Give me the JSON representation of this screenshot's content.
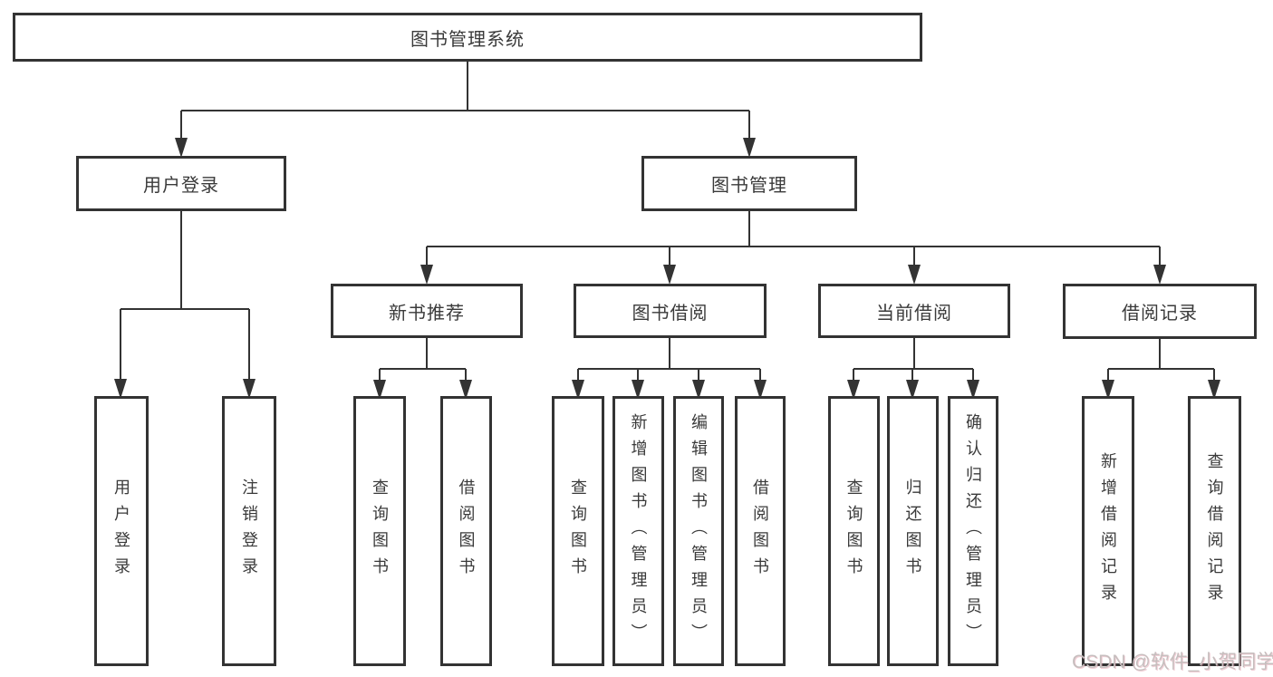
{
  "diagram": {
    "root": {
      "label": "图书管理系统"
    },
    "branches": [
      {
        "label": "用户登录"
      },
      {
        "label": "图书管理"
      }
    ],
    "modules": [
      {
        "label": "新书推荐"
      },
      {
        "label": "图书借阅"
      },
      {
        "label": "当前借阅"
      },
      {
        "label": "借阅记录"
      }
    ],
    "leaves": [
      {
        "label": "用户登录"
      },
      {
        "label": "注销登录"
      },
      {
        "label": "查询图书"
      },
      {
        "label": "借阅图书"
      },
      {
        "label": "查询图书"
      },
      {
        "label": "新增图书（管理员）"
      },
      {
        "label": "编辑图书（管理员）"
      },
      {
        "label": "借阅图书"
      },
      {
        "label": "查询图书"
      },
      {
        "label": "归还图书"
      },
      {
        "label": "确认归还（管理员）"
      },
      {
        "label": "新增借阅记录"
      },
      {
        "label": "查询借阅记录"
      }
    ],
    "watermark": "CSDN @软件_小贺同学",
    "colors": {
      "line": "#333333",
      "box_border": "#333333",
      "box_background": "#ffffff",
      "text": "#3a3a3a",
      "watermark": "#c6bebe"
    }
  }
}
